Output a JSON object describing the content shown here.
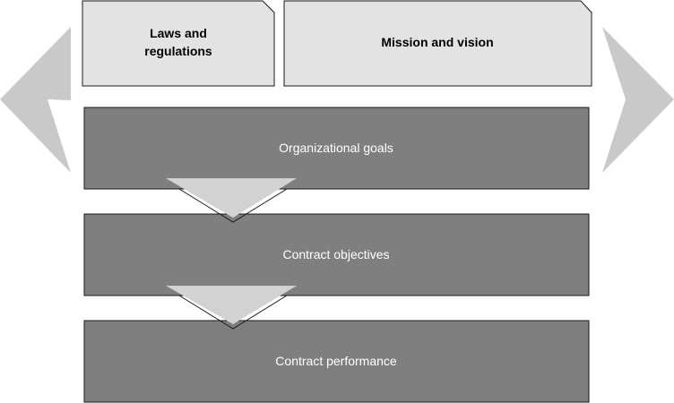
{
  "diagram": {
    "top_boxes": [
      {
        "lines": [
          "Laws and",
          "regulations"
        ]
      },
      {
        "lines": [
          "Mission and vision"
        ]
      }
    ],
    "stages": [
      {
        "label": "Organizational goals"
      },
      {
        "label": "Contract objectives"
      },
      {
        "label": "Contract performance"
      }
    ]
  },
  "colors": {
    "light_fill": "#e3e3e3",
    "chevron_fill": "#c9c9c9",
    "dark_fill": "#7f7f7f",
    "stroke": "#1a1a1a",
    "stage_text": "#ffffff"
  }
}
